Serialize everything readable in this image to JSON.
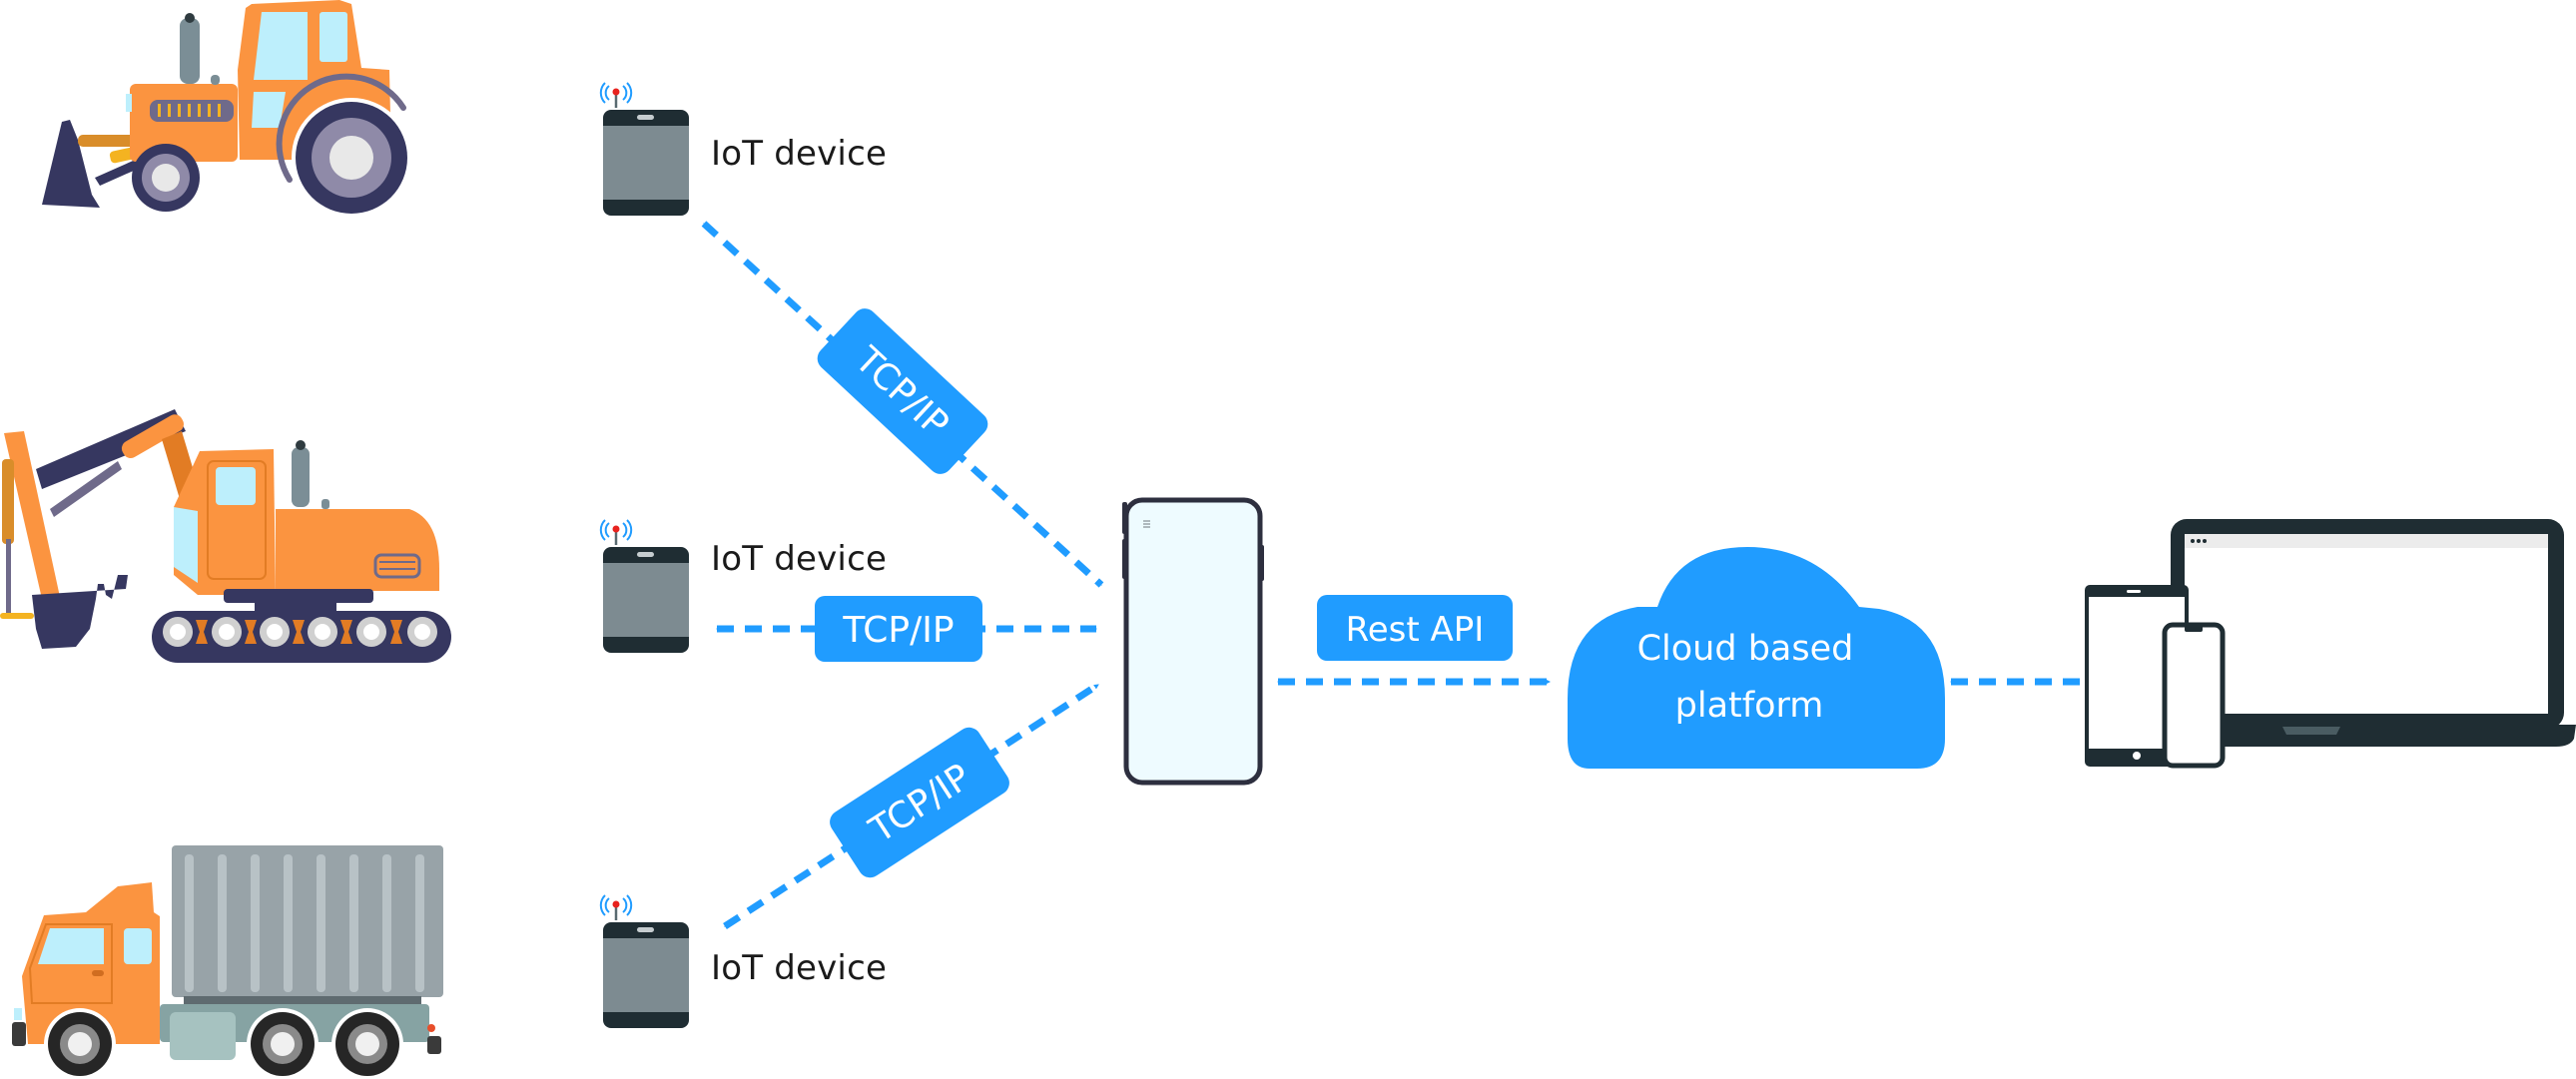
{
  "diagram": {
    "title": "IoT fleet connectivity architecture",
    "colors": {
      "link": "#209cff",
      "label_bg": "#209cff",
      "label_text": "#ffffff",
      "cloud": "#209cff",
      "machine_orange": "#fb9440",
      "machine_navy": "#363760",
      "device_dark": "#1f2d33",
      "device_screen": "#7d8b91",
      "phone_screen": "#eefbff",
      "window_blue": "#bdeffc"
    },
    "machines": [
      {
        "id": "tractor",
        "name": "Bulldozer / tractor"
      },
      {
        "id": "excavator",
        "name": "Excavator"
      },
      {
        "id": "truck",
        "name": "Container truck"
      }
    ],
    "iot_devices": [
      {
        "label": "IoT device"
      },
      {
        "label": "IoT device"
      },
      {
        "label": "IoT device"
      }
    ],
    "links": [
      {
        "from": "iot-device-1",
        "to": "mobile-gateway",
        "label": "TCP/IP",
        "bidirectional": true
      },
      {
        "from": "iot-device-2",
        "to": "mobile-gateway",
        "label": "TCP/IP",
        "bidirectional": true
      },
      {
        "from": "iot-device-3",
        "to": "mobile-gateway",
        "label": "TCP/IP",
        "bidirectional": true
      },
      {
        "from": "mobile-gateway",
        "to": "cloud-platform",
        "label": "Rest API",
        "bidirectional": true
      },
      {
        "from": "cloud-platform",
        "to": "client-devices",
        "label": "",
        "bidirectional": true
      }
    ],
    "cloud": {
      "line1": "Cloud based",
      "line2": "platform"
    },
    "gateway": {
      "name": "Smartphone gateway"
    },
    "clients": {
      "name": "Tablet, phone and laptop clients"
    }
  }
}
